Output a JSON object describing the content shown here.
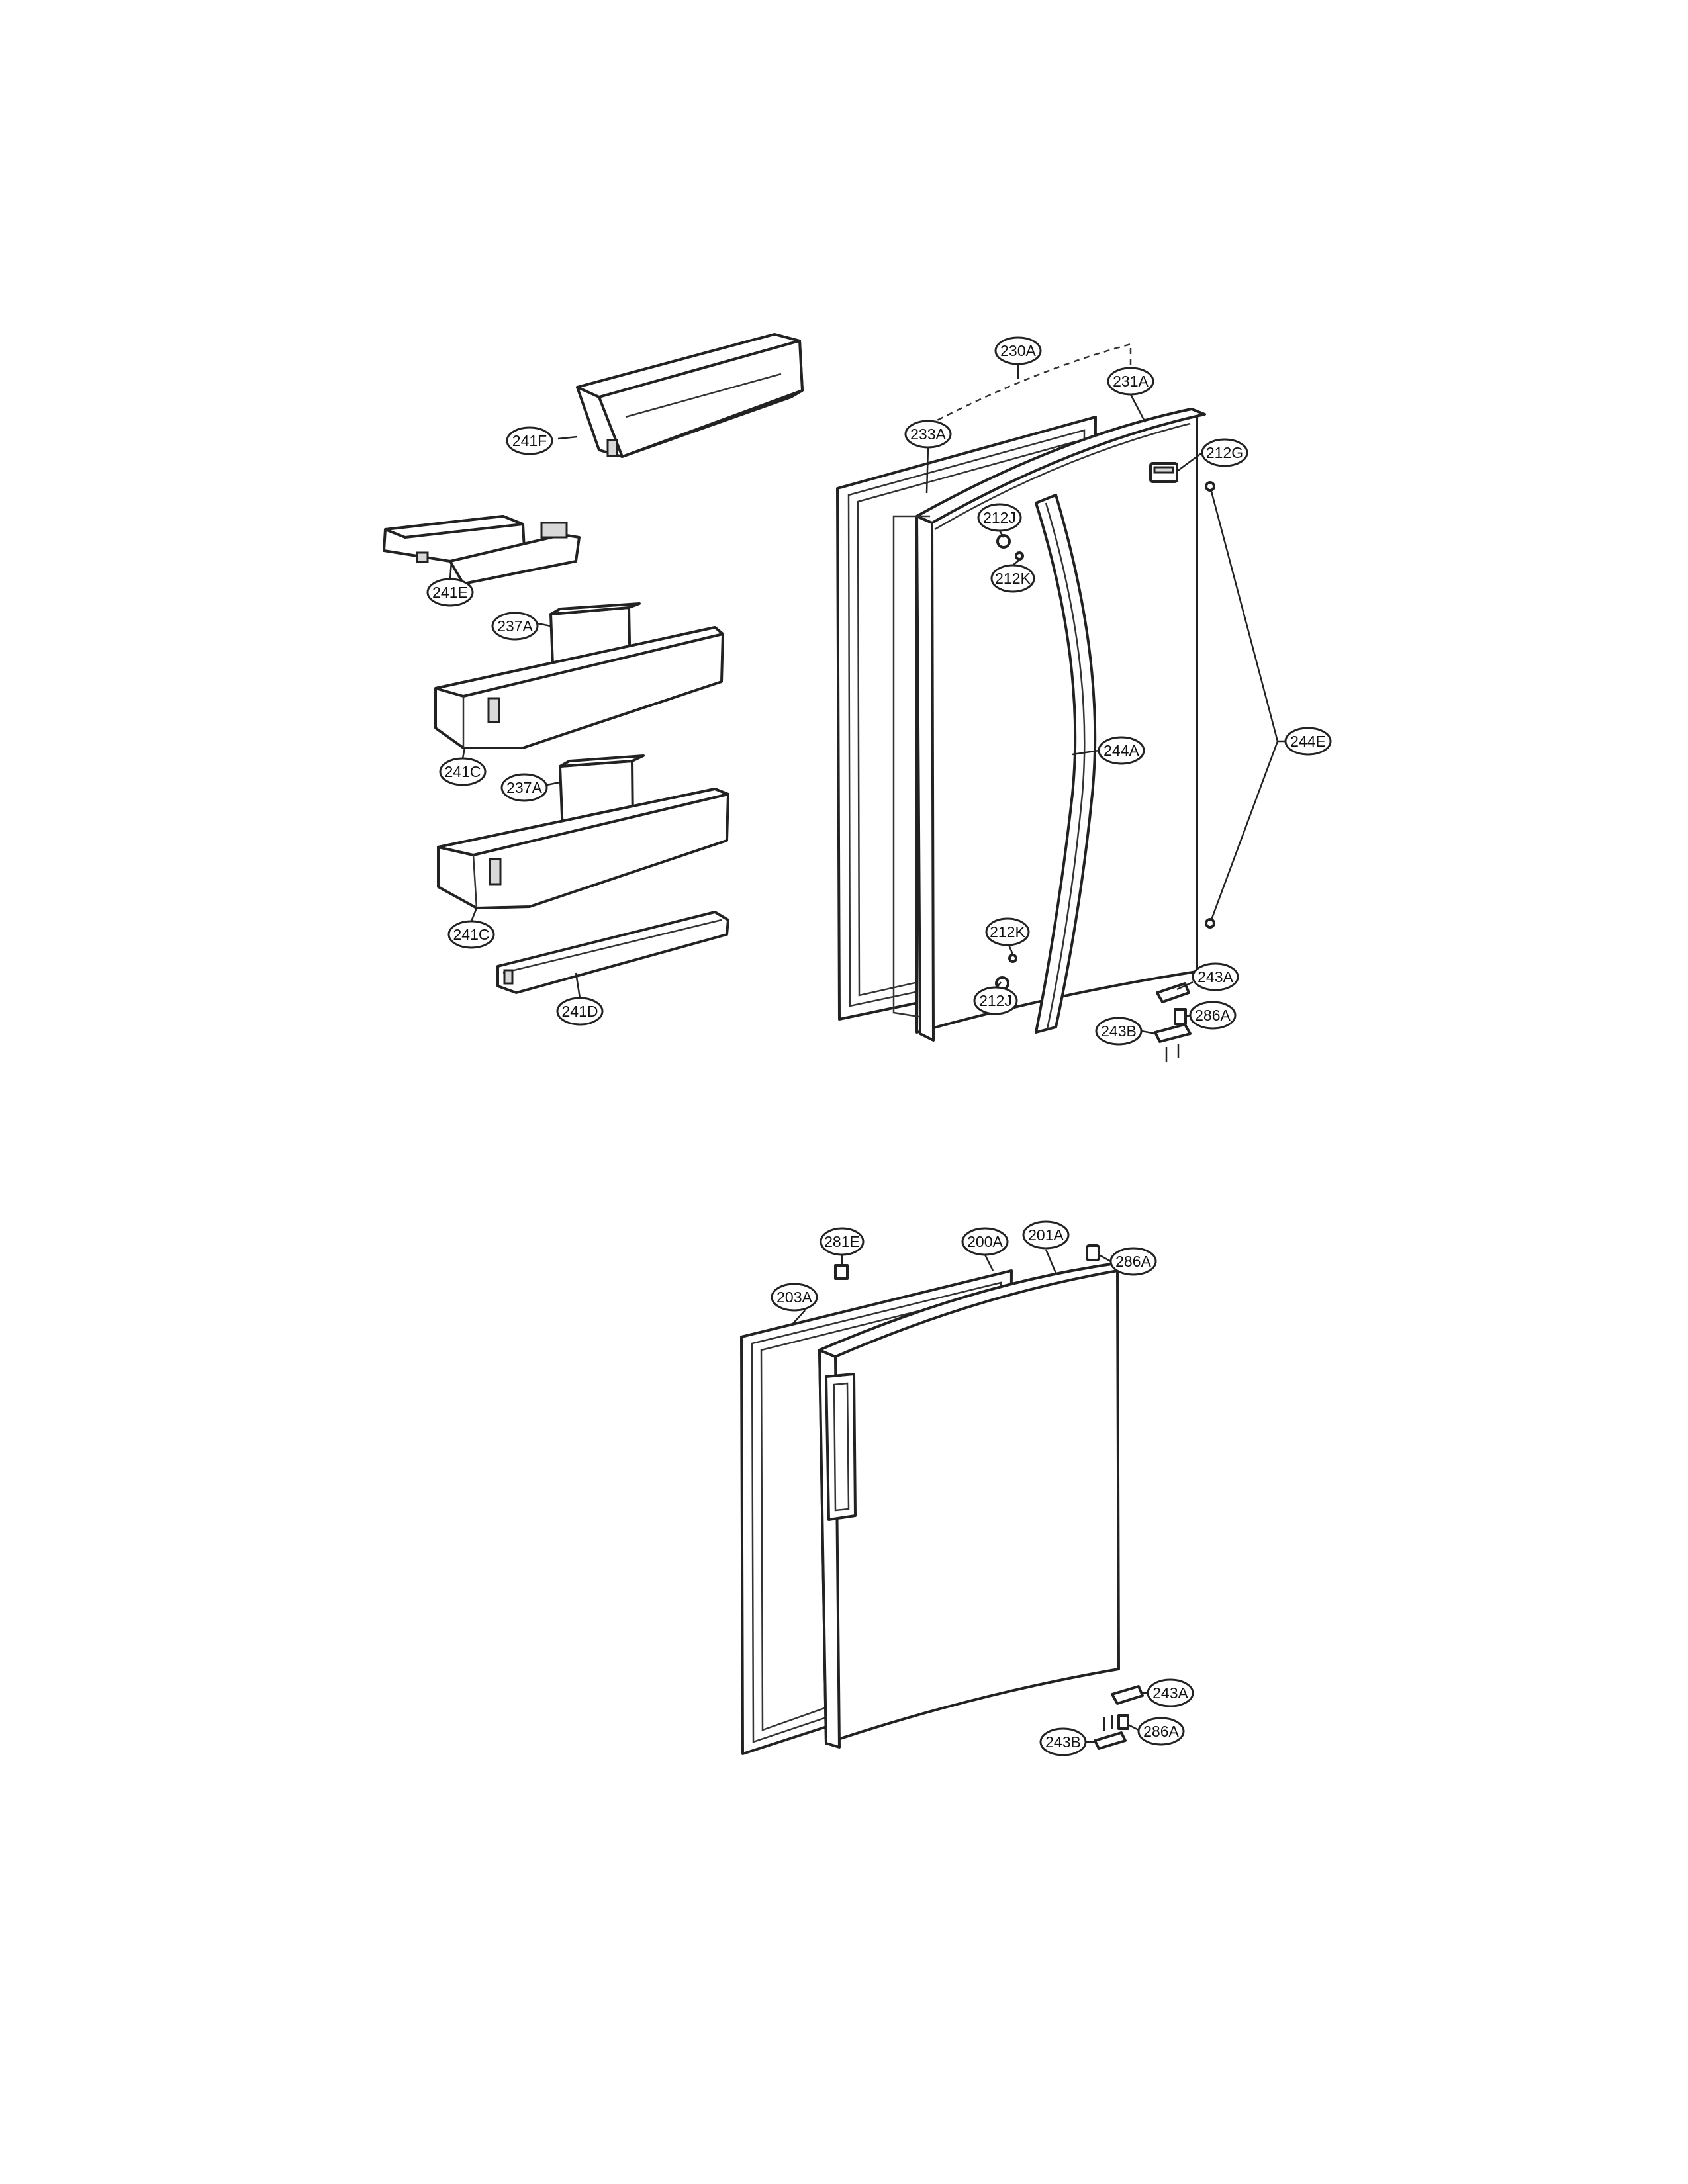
{
  "diagram": {
    "upper_assembly": {
      "labels": {
        "p230A": "230A",
        "p231A": "231A",
        "p233A": "233A",
        "p212G": "212G",
        "p212J_top": "212J",
        "p212K_top": "212K",
        "p244A": "244A",
        "p244E": "244E",
        "p212K_bottom": "212K",
        "p212J_bottom": "212J",
        "p243A": "243A",
        "p286A": "286A",
        "p243B": "243B",
        "p241F": "241F",
        "p241E": "241E",
        "p237A_top": "237A",
        "p241C_top": "241C",
        "p237A_bottom": "237A",
        "p241C_bottom": "241C",
        "p241D": "241D"
      }
    },
    "lower_assembly": {
      "labels": {
        "p281E": "281E",
        "p200A": "200A",
        "p201A": "201A",
        "p286A_top": "286A",
        "p203A": "203A",
        "p243A": "243A",
        "p286A_bottom": "286A",
        "p243B": "243B"
      }
    }
  }
}
